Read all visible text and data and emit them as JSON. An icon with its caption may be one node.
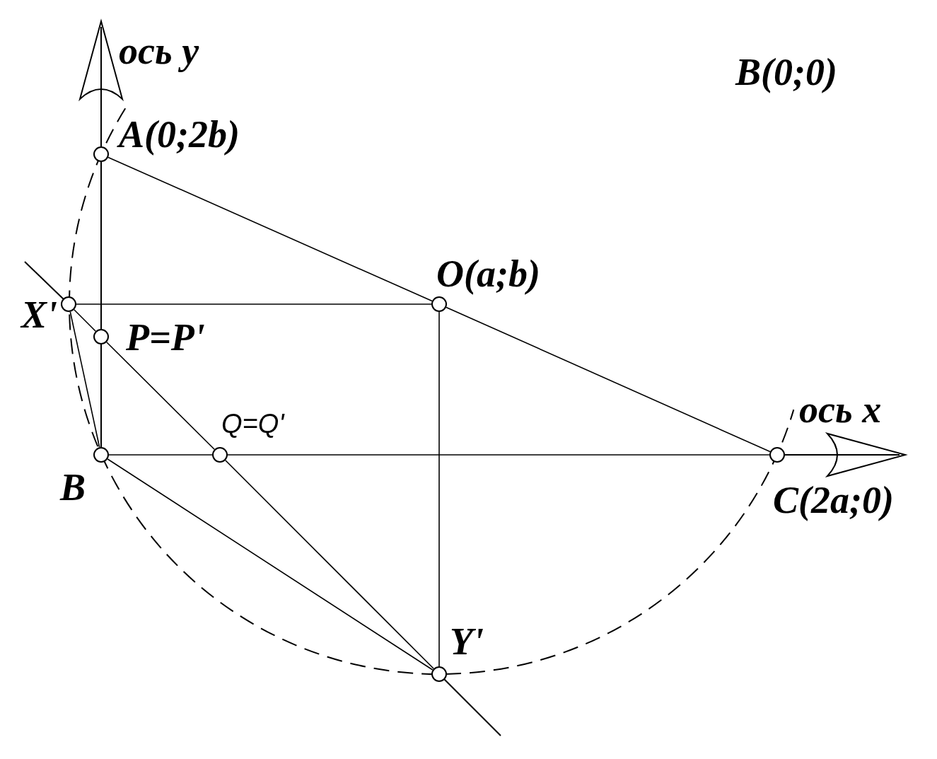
{
  "diagram": {
    "nodes": [
      {
        "text": [],
        "shape": "circle",
        "beside": [
          "A(0;2b)"
        ]
      },
      {
        "text": [],
        "shape": "circle",
        "beside": [
          "O(a;b)"
        ]
      },
      {
        "text": [],
        "shape": "circle",
        "beside": [
          "X'"
        ]
      },
      {
        "text": [],
        "shape": "circle",
        "beside": [
          "P=P'"
        ]
      },
      {
        "text": [],
        "shape": "circle",
        "beside": [
          "B"
        ]
      },
      {
        "text": [],
        "shape": "circle",
        "beside": [
          "Q=Q'"
        ]
      },
      {
        "text": [],
        "shape": "circle",
        "beside": [
          "C(2a;0)"
        ]
      },
      {
        "text": [],
        "shape": "circle",
        "beside": [
          "Y'"
        ]
      }
    ],
    "edges": [
      {
        "from": 0,
        "to": 1,
        "arrow": "none"
      },
      {
        "from": 1,
        "to": 6,
        "arrow": "none"
      },
      {
        "from": 0,
        "to": 3,
        "arrow": "none"
      },
      {
        "from": 3,
        "to": 4,
        "arrow": "none"
      },
      {
        "from": 2,
        "to": 1,
        "arrow": "none"
      },
      {
        "from": 1,
        "to": 7,
        "arrow": "none"
      },
      {
        "from": 4,
        "to": 5,
        "arrow": "none"
      },
      {
        "from": 5,
        "to": 6,
        "arrow": "none"
      },
      {
        "from": 2,
        "to": 3,
        "arrow": "none"
      },
      {
        "from": 3,
        "to": 5,
        "arrow": "none"
      },
      {
        "from": 5,
        "to": 7,
        "arrow": "none"
      },
      {
        "from": 4,
        "to": 7,
        "arrow": "none"
      },
      {
        "from": 2,
        "to": 4,
        "arrow": "none"
      }
    ],
    "labels": [
      "ось y",
      "B(0;0)",
      "ось x"
    ]
  }
}
